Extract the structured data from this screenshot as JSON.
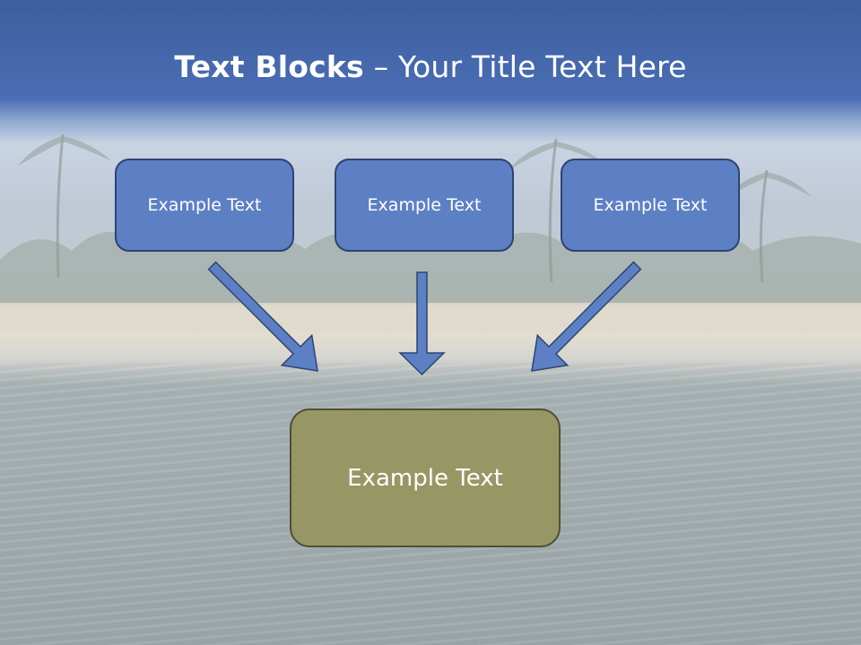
{
  "slide": {
    "title_bold": "Text Blocks",
    "title_dash": " – ",
    "title_rest": "Your Title Text Here"
  },
  "blocks": [
    {
      "label": "Example Text"
    },
    {
      "label": "Example Text"
    },
    {
      "label": "Example Text"
    }
  ],
  "target": {
    "label": "Example Text"
  },
  "colors": {
    "header_blue": "#4a6db4",
    "block_fill": "#5d80c4",
    "block_border": "#2d4373",
    "target_fill": "#979765",
    "target_border": "#4f4f34"
  }
}
